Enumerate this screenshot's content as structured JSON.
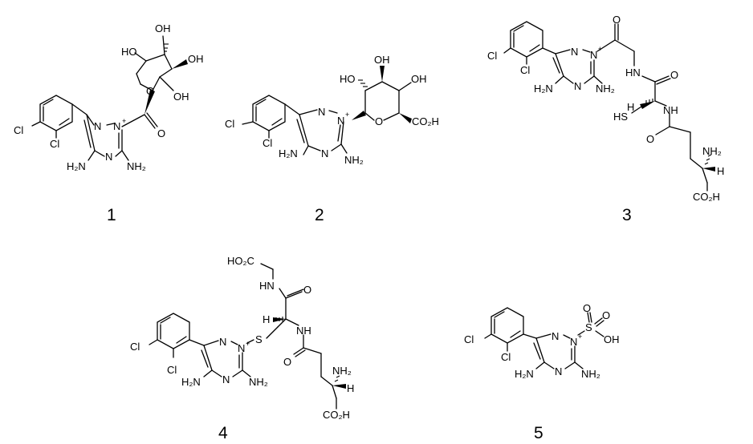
{
  "compounds": [
    {
      "number": "1"
    },
    {
      "number": "2"
    },
    {
      "number": "3"
    },
    {
      "number": "4"
    },
    {
      "number": "5"
    }
  ],
  "atom_labels": {
    "cl": "Cl",
    "n": "N",
    "nh": "NH",
    "hn": "HN",
    "nh2": "NH₂",
    "h2n": "H₂N",
    "o": "O",
    "oh": "OH",
    "ho": "HO",
    "h": "H",
    "sh": "HS",
    "s": "S",
    "co2h": "CO₂H",
    "ho2c": "HO₂C",
    "plus": "+"
  }
}
